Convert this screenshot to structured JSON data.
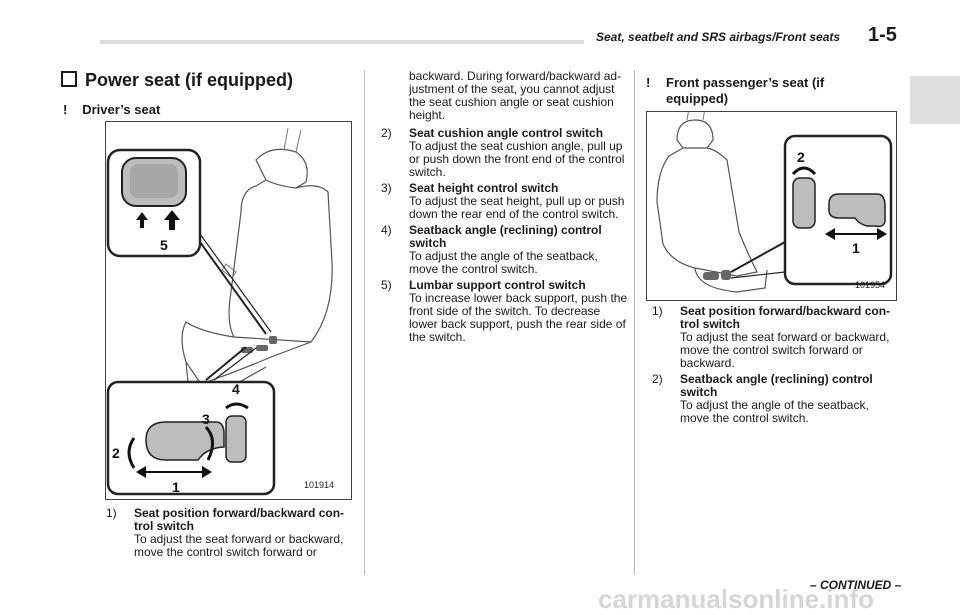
{
  "header": {
    "running_title": "Seat, seatbelt and SRS airbags/Front seats",
    "page_number": "1-5"
  },
  "section": {
    "title": "Power seat (if equipped)"
  },
  "driver": {
    "heading": "Driver’s seat",
    "figure_code": "101914",
    "callouts": [
      "1",
      "2",
      "3",
      "4",
      "5"
    ],
    "items": [
      {
        "num": "1)",
        "title": "Seat position forward/backward con-\ntrol switch",
        "desc": "To adjust the seat forward or backward,\nmove the control switch forward or"
      }
    ]
  },
  "middle": {
    "continuation": "backward. During forward/backward ad-\njustment of the seat, you cannot adjust\nthe seat cushion angle or seat cushion\nheight.",
    "items": [
      {
        "num": "2)",
        "title": "Seat cushion angle control switch",
        "desc": "To adjust the seat cushion angle, pull up\nor push down the front end of the control\nswitch."
      },
      {
        "num": "3)",
        "title": "Seat height control switch",
        "desc": "To adjust the seat height, pull up or push\ndown the rear end of the control switch."
      },
      {
        "num": "4)",
        "title": "Seatback angle (reclining) control\nswitch",
        "desc": "To adjust the angle of the seatback,\nmove the control switch."
      },
      {
        "num": "5)",
        "title": "Lumbar support control switch",
        "desc": "To increase lower back support, push the\nfront side of the switch. To decrease\nlower back support, push the rear side of\nthe switch."
      }
    ]
  },
  "passenger": {
    "heading": "Front passenger’s seat (if\nequipped)",
    "figure_code": "101954",
    "callouts": [
      "1",
      "2"
    ],
    "items": [
      {
        "num": "1)",
        "title": "Seat position forward/backward con-\ntrol switch",
        "desc": "To adjust the seat forward or backward,\nmove the control switch forward or\nbackward."
      },
      {
        "num": "2)",
        "title": "Seatback angle (reclining) control\nswitch",
        "desc": "To adjust the angle of the seatback,\nmove the control switch."
      }
    ]
  },
  "footer": {
    "continued": "– CONTINUED –",
    "watermark": "carmanualsonline.info"
  },
  "icons": {
    "section_marker": "square-bullet-icon",
    "sub_marker": "exclamation-bullet-icon"
  }
}
